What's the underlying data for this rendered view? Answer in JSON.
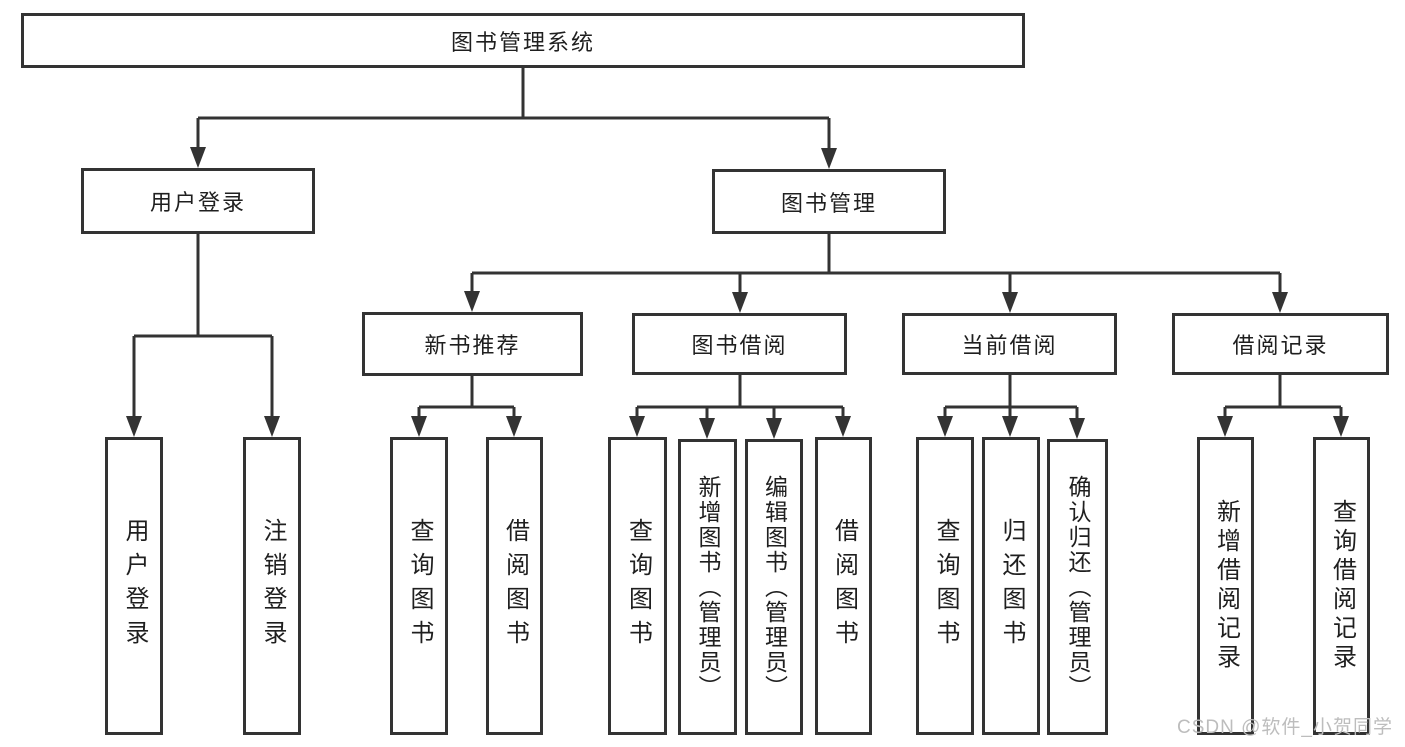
{
  "diagram_title": "图书管理系统",
  "nodes": {
    "root": "图书管理系统",
    "user_login": "用户登录",
    "book_mgmt": "图书管理",
    "new_book_rec": "新书推荐",
    "book_borrow": "图书借阅",
    "current_borrow": "当前借阅",
    "borrow_records": "借阅记录",
    "leaf_user_login": "用户登录",
    "leaf_logout": "注销登录",
    "leaf_nbr_query_books": "查询图书",
    "leaf_nbr_borrow_books": "借阅图书",
    "leaf_bb_query_books": "查询图书",
    "leaf_bb_add_books": "新增图书（管理员）",
    "leaf_bb_edit_books": "编辑图书（管理员）",
    "leaf_bb_borrow_books": "借阅图书",
    "leaf_cb_query_books": "查询图书",
    "leaf_cb_return_books": "归还图书",
    "leaf_cb_confirm_return": "确认归还（管理员）",
    "leaf_br_add_record": "新增借阅记录",
    "leaf_br_query_record": "查询借阅记录"
  },
  "watermark": "CSDN @软件_小贺同学",
  "colors": {
    "line": "#333333",
    "box_border": "#333333",
    "text": "#1f1f1f",
    "watermark": "#bdbdbd",
    "background": "#ffffff"
  }
}
